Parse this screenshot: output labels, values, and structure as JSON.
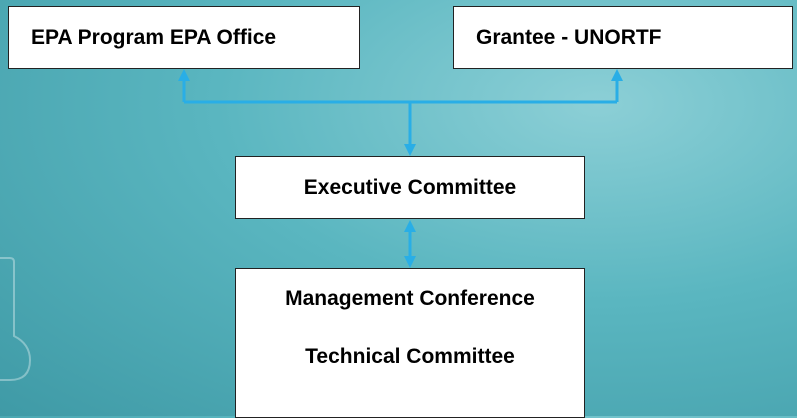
{
  "diagram": {
    "nodes": {
      "epa": {
        "label": "EPA Program EPA Office"
      },
      "grantee": {
        "label": "Grantee - UNORTF"
      },
      "executive": {
        "label": "Executive Committee"
      },
      "management": {
        "line1": "Management Conference",
        "line2": "Technical Committee"
      }
    },
    "connectors": [
      {
        "from": "epa",
        "to": "executive",
        "arrows": "both"
      },
      {
        "from": "grantee",
        "to": "executive",
        "arrows": "both"
      },
      {
        "from": "executive",
        "to": "management",
        "arrows": "both"
      }
    ],
    "colors": {
      "connector": "#29aee6",
      "box_fill": "#ffffff",
      "text": "#000000"
    }
  }
}
